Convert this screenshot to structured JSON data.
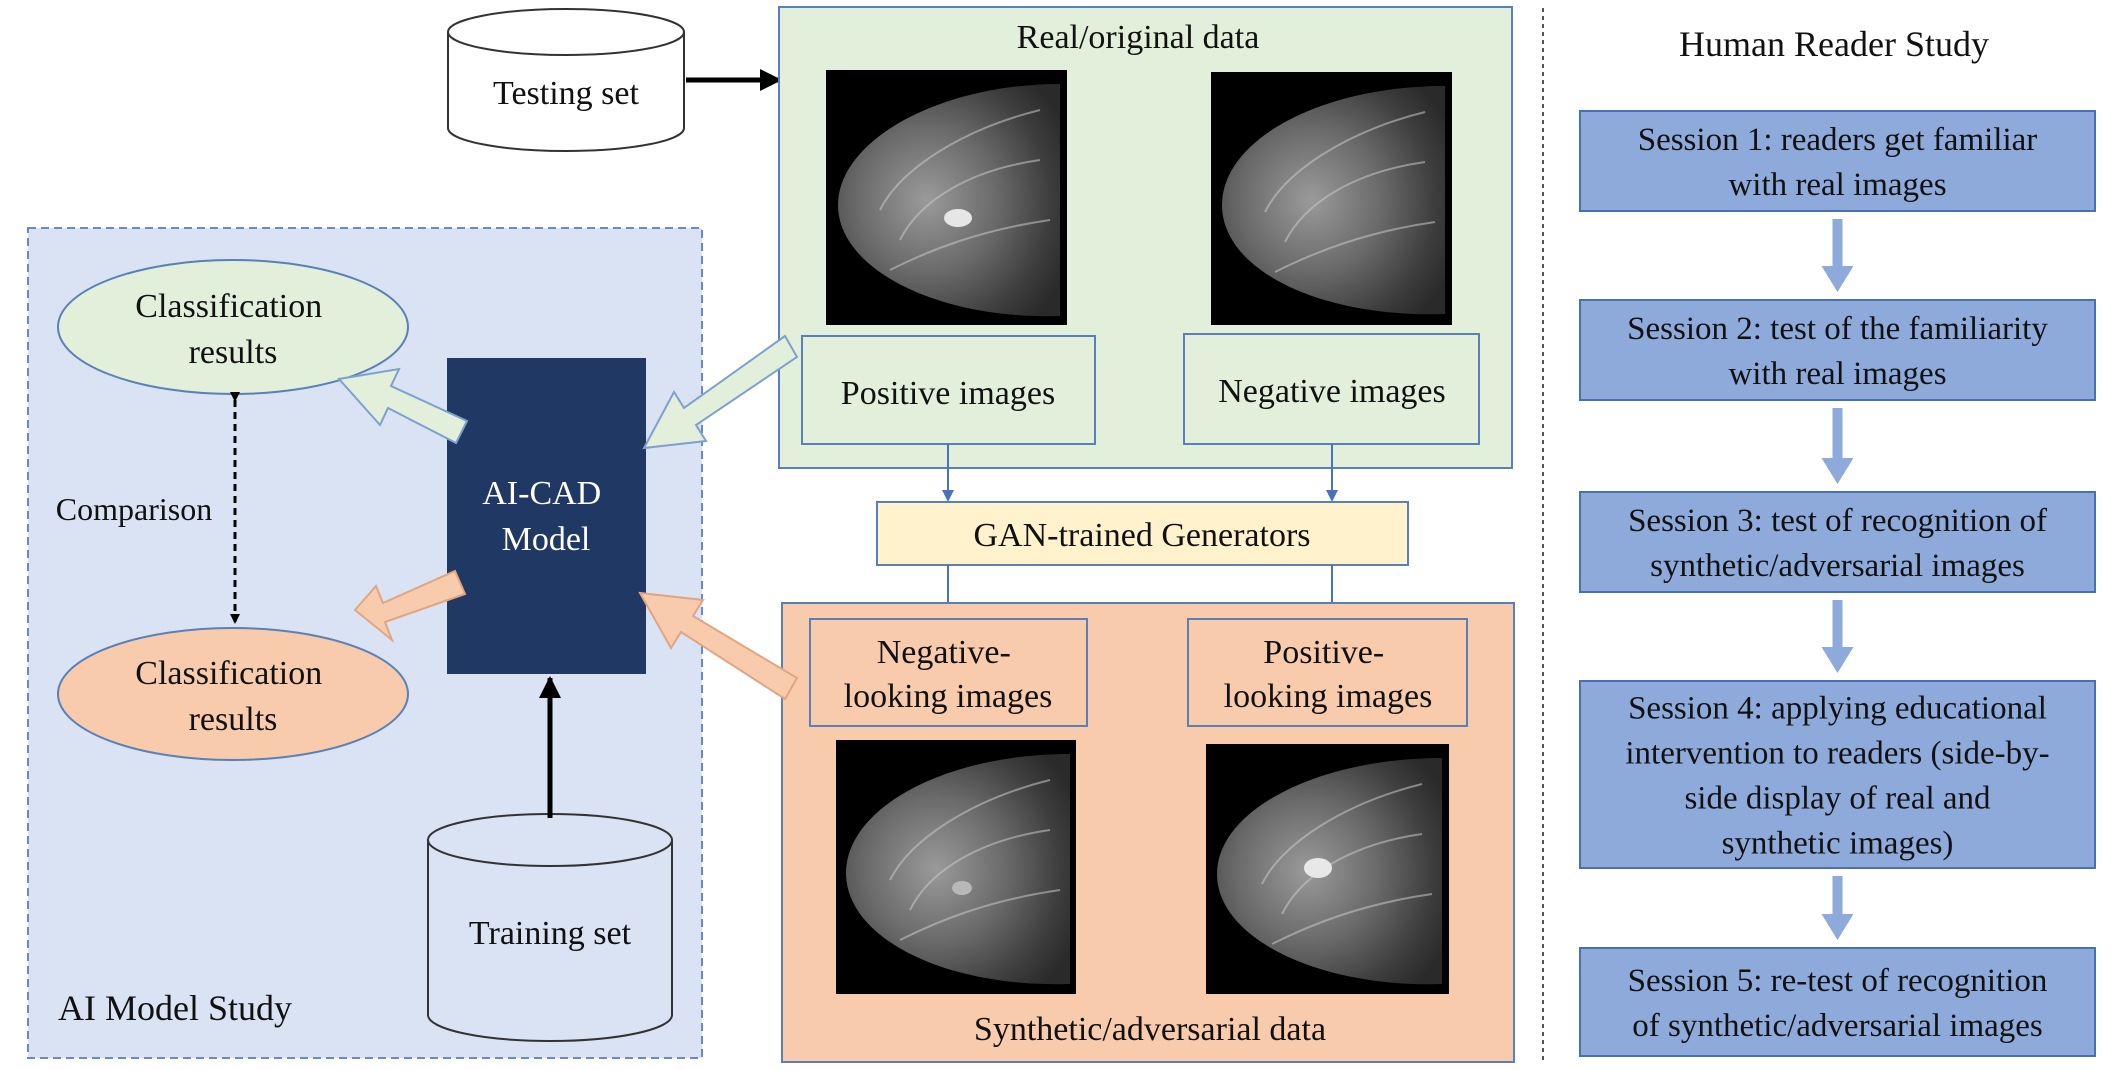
{
  "colors": {
    "ai_panel_fill": "#dae3f3",
    "ai_panel_border": "#6b8ac4",
    "real_fill": "#e2efda",
    "real_border": "#5b7fb8",
    "synthetic_fill": "#f8cbad",
    "gan_fill": "#fff2cc",
    "ai_cad_fill": "#1f3864",
    "session_fill": "#8eaadb",
    "session_border": "#4a6fb5",
    "session_arrow": "#8eaadb",
    "green_arrow": "#e2efda",
    "orange_arrow": "#f8cbad",
    "ellipse_green": "#e2efda",
    "ellipse_orange": "#f8cbad"
  },
  "testing_set": {
    "label": "Testing set"
  },
  "training_set": {
    "label": "Training set"
  },
  "real_data": {
    "title": "Real/original data",
    "positive_label": "Positive images",
    "negative_label": "Negative images"
  },
  "gan": {
    "label": "GAN-trained Generators"
  },
  "synthetic_data": {
    "title": "Synthetic/adversarial data",
    "negative_looking": [
      "Negative-",
      "looking images"
    ],
    "positive_looking": [
      "Positive-",
      "looking images"
    ]
  },
  "ai_model": {
    "panel_label": "AI Model Study",
    "model_label": [
      "AI-CAD",
      "Model"
    ],
    "results_top": [
      "Classification",
      "results"
    ],
    "results_bottom": [
      "Classification",
      "results"
    ],
    "comparison": "Comparison"
  },
  "reader_study": {
    "title": "Human Reader Study",
    "sessions": [
      {
        "lines": [
          "Session 1: readers get familiar",
          "with real images"
        ]
      },
      {
        "lines": [
          "Session 2: test of the familiarity",
          "with real images"
        ]
      },
      {
        "lines": [
          "Session 3: test of recognition of",
          "synthetic/adversarial images"
        ]
      },
      {
        "lines": [
          "Session 4: applying educational",
          "intervention to readers (side-by-",
          "side display of real and",
          "synthetic images)"
        ]
      },
      {
        "lines": [
          "Session 5: re-test of recognition",
          "of synthetic/adversarial images"
        ]
      }
    ]
  }
}
